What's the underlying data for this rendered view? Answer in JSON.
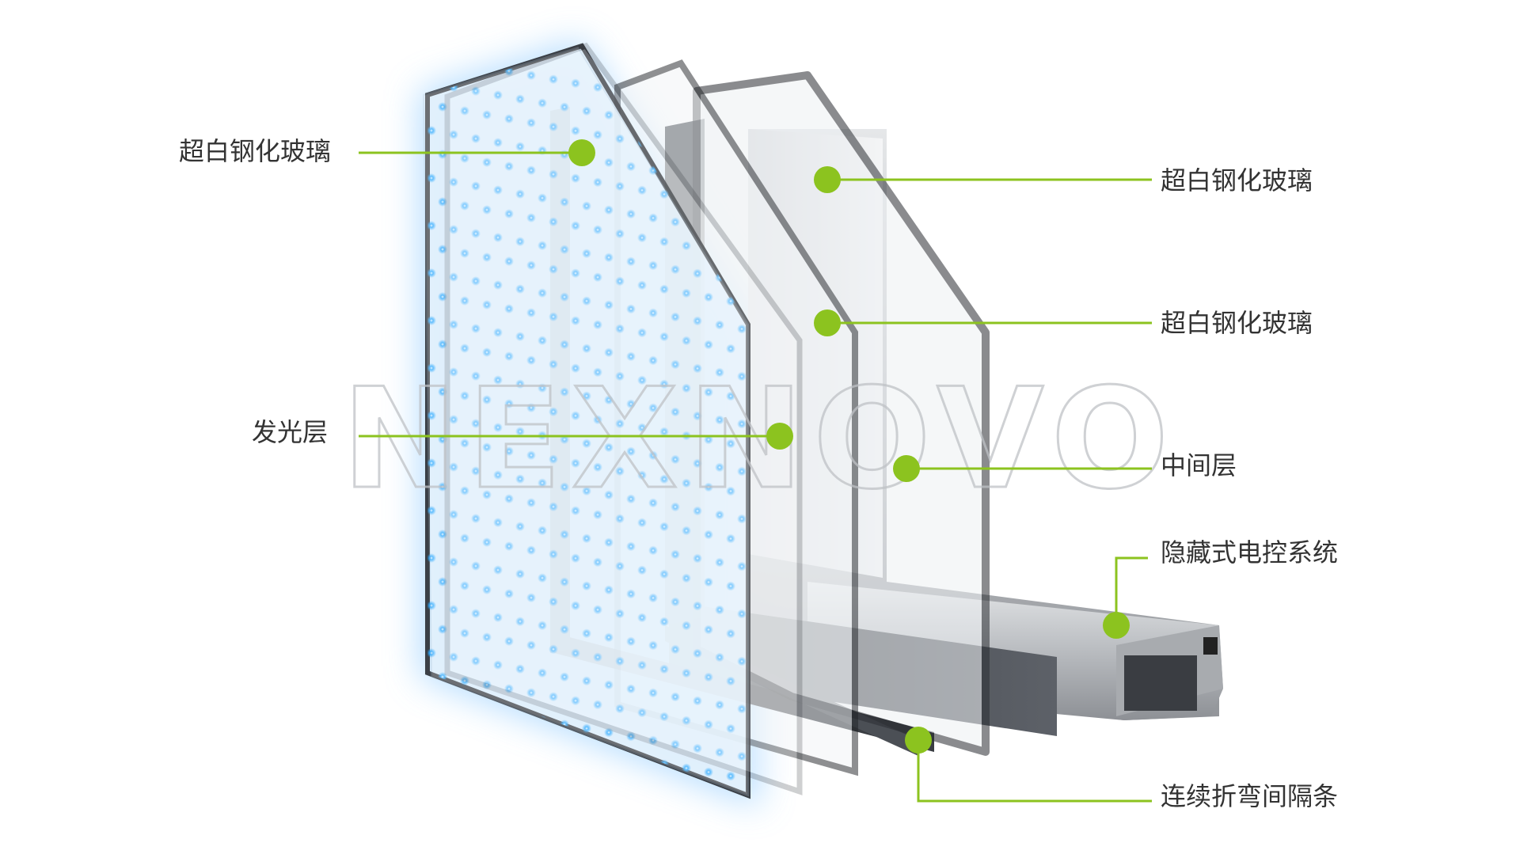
{
  "watermark": "NEXNOVO",
  "labels": {
    "glass_left": "超白钢化玻璃",
    "glass_right_top": "超白钢化玻璃",
    "glass_right_mid": "超白钢化玻璃",
    "emissive_layer": "发光层",
    "middle_layer": "中间层",
    "hidden_control": "隐藏式电控系统",
    "spacer_bar": "连续折弯间隔条"
  },
  "colors": {
    "accent_green": "#8cc31f",
    "led_blue": "#1aa3ff",
    "glow_blue": "#bfe2ff",
    "label_text": "#333333"
  }
}
